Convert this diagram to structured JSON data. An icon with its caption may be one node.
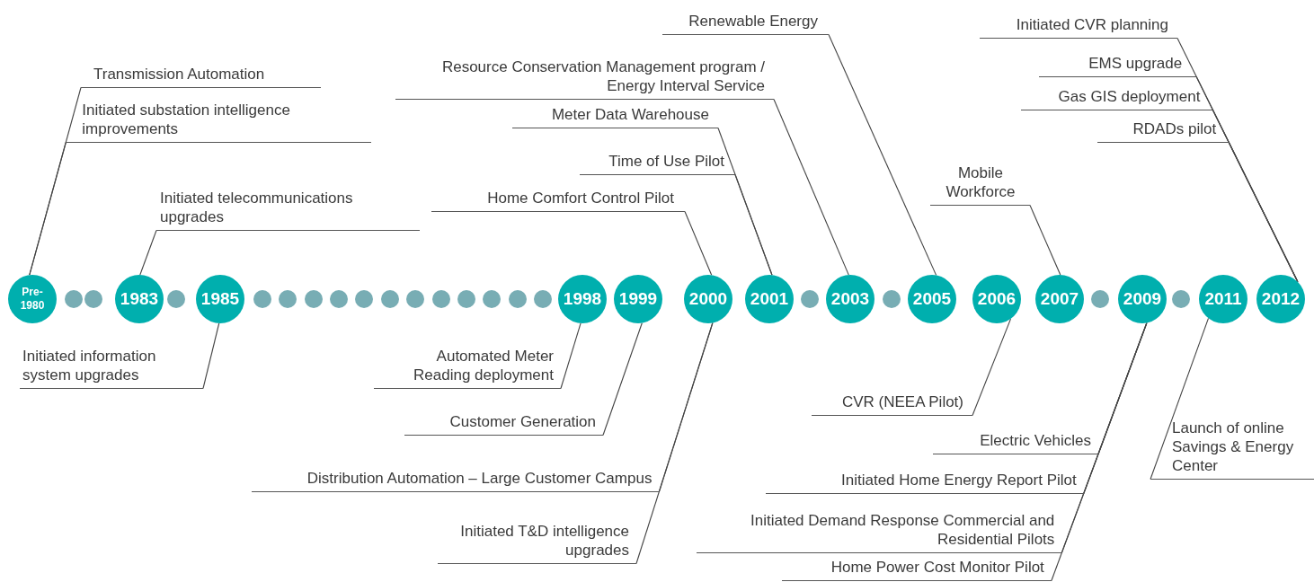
{
  "diagram": {
    "nodes": [
      {
        "text": [
          "Pre- 1980"
        ]
      },
      {
        "text": [],
        "shape": "circle"
      },
      {
        "text": [],
        "shape": "circle"
      },
      {
        "text": [
          "1983"
        ]
      },
      {
        "text": [],
        "shape": "circle"
      },
      {
        "text": [
          "1985"
        ]
      },
      {
        "text": [],
        "shape": "circle"
      },
      {
        "text": [],
        "shape": "circle"
      },
      {
        "text": [],
        "shape": "circle"
      },
      {
        "text": [],
        "shape": "circle"
      },
      {
        "text": [],
        "shape": "circle"
      },
      {
        "text": [],
        "shape": "circle"
      },
      {
        "text": [],
        "shape": "circle"
      },
      {
        "text": [],
        "shape": "circle"
      },
      {
        "text": [],
        "shape": "circle"
      },
      {
        "text": [],
        "shape": "circle"
      },
      {
        "text": [],
        "shape": "circle"
      },
      {
        "text": [],
        "shape": "circle"
      },
      {
        "text": [
          "1998"
        ]
      },
      {
        "text": [
          "1999"
        ]
      },
      {
        "text": [
          "2000"
        ]
      },
      {
        "text": [
          "2001"
        ]
      },
      {
        "text": [],
        "shape": "circle"
      },
      {
        "text": [
          "2003"
        ]
      },
      {
        "text": [],
        "shape": "circle"
      },
      {
        "text": [
          "2005"
        ]
      },
      {
        "text": [
          "2006"
        ]
      },
      {
        "text": [
          "2007"
        ]
      },
      {
        "text": [],
        "shape": "circle"
      },
      {
        "text": [
          "2009"
        ]
      },
      {
        "text": [],
        "shape": "circle"
      },
      {
        "text": [
          "2011"
        ]
      },
      {
        "text": [
          "2012"
        ]
      },
      {
        "text": [
          "Renewable Energy"
        ]
      },
      {
        "text": [
          "Initiated CVR planning"
        ]
      },
      {
        "text": [
          "EMS upgrade"
        ]
      },
      {
        "text": [
          "Transmission Automation"
        ]
      },
      {
        "text": [
          "Resource Conservation Management program / Energy Interval Service"
        ]
      },
      {
        "text": [
          "Gas GIS deployment"
        ]
      },
      {
        "text": [
          "Initiated substation intelligence improvements"
        ]
      },
      {
        "text": [
          "Meter Data Warehouse"
        ]
      },
      {
        "text": [
          "RDADs pilot"
        ]
      },
      {
        "text": [
          "Time of Use Pilot"
        ]
      },
      {
        "text": [
          "Mobile Workforce"
        ]
      },
      {
        "text": [
          "Initiated telecommunications upgrades"
        ]
      },
      {
        "text": [
          "Home Comfort Control Pilot"
        ]
      },
      {
        "text": [
          "Initiated information system upgrades"
        ]
      },
      {
        "text": [
          "Automated Meter Reading deployment"
        ]
      },
      {
        "text": [
          "CVR (NEEA Pilot)"
        ]
      },
      {
        "text": [
          "Customer Generation"
        ]
      },
      {
        "text": [
          "Electric Vehicles"
        ]
      },
      {
        "text": [
          "Launch of online Savings & Energy Center"
        ]
      },
      {
        "text": [
          "Initiated Home Energy Report Pilot"
        ]
      },
      {
        "text": [
          "Distribution Automation – Large Customer Campus"
        ]
      },
      {
        "text": [
          "Initiated Demand Response Commercial and Residential Pilots"
        ]
      },
      {
        "text": [
          "Initiated T&D intelligence upgrades"
        ]
      },
      {
        "text": [
          "Home Power Cost Monitor Pilot"
        ]
      }
    ],
    "edges": [
      {
        "from": 33,
        "to": 25,
        "arrow": "none"
      },
      {
        "from": 34,
        "to": 32,
        "arrow": "none"
      },
      {
        "from": 35,
        "to": 32,
        "arrow": "none"
      },
      {
        "from": 36,
        "to": 0,
        "arrow": "none"
      },
      {
        "from": 37,
        "to": 23,
        "arrow": "none"
      },
      {
        "from": 38,
        "to": 32,
        "arrow": "none"
      },
      {
        "from": 39,
        "to": 0,
        "arrow": "none"
      },
      {
        "from": 40,
        "to": 21,
        "arrow": "none"
      },
      {
        "from": 41,
        "to": 32,
        "arrow": "none"
      },
      {
        "from": 42,
        "to": 21,
        "arrow": "none"
      },
      {
        "from": 43,
        "to": 27,
        "arrow": "none"
      },
      {
        "from": 44,
        "to": 3,
        "arrow": "none"
      },
      {
        "from": 45,
        "to": 20,
        "arrow": "none"
      },
      {
        "from": 46,
        "to": 5,
        "arrow": "none"
      },
      {
        "from": 47,
        "to": 18,
        "arrow": "none"
      },
      {
        "from": 48,
        "to": 26,
        "arrow": "none"
      },
      {
        "from": 49,
        "to": 19,
        "arrow": "none"
      },
      {
        "from": 50,
        "to": 29,
        "arrow": "none"
      },
      {
        "from": 51,
        "to": 31,
        "arrow": "none"
      },
      {
        "from": 52,
        "to": 29,
        "arrow": "none"
      },
      {
        "from": 53,
        "to": 20,
        "arrow": "none"
      },
      {
        "from": 54,
        "to": 29,
        "arrow": "none"
      },
      {
        "from": 55,
        "to": 20,
        "arrow": "none"
      },
      {
        "from": 56,
        "to": 29,
        "arrow": "none"
      }
    ]
  }
}
